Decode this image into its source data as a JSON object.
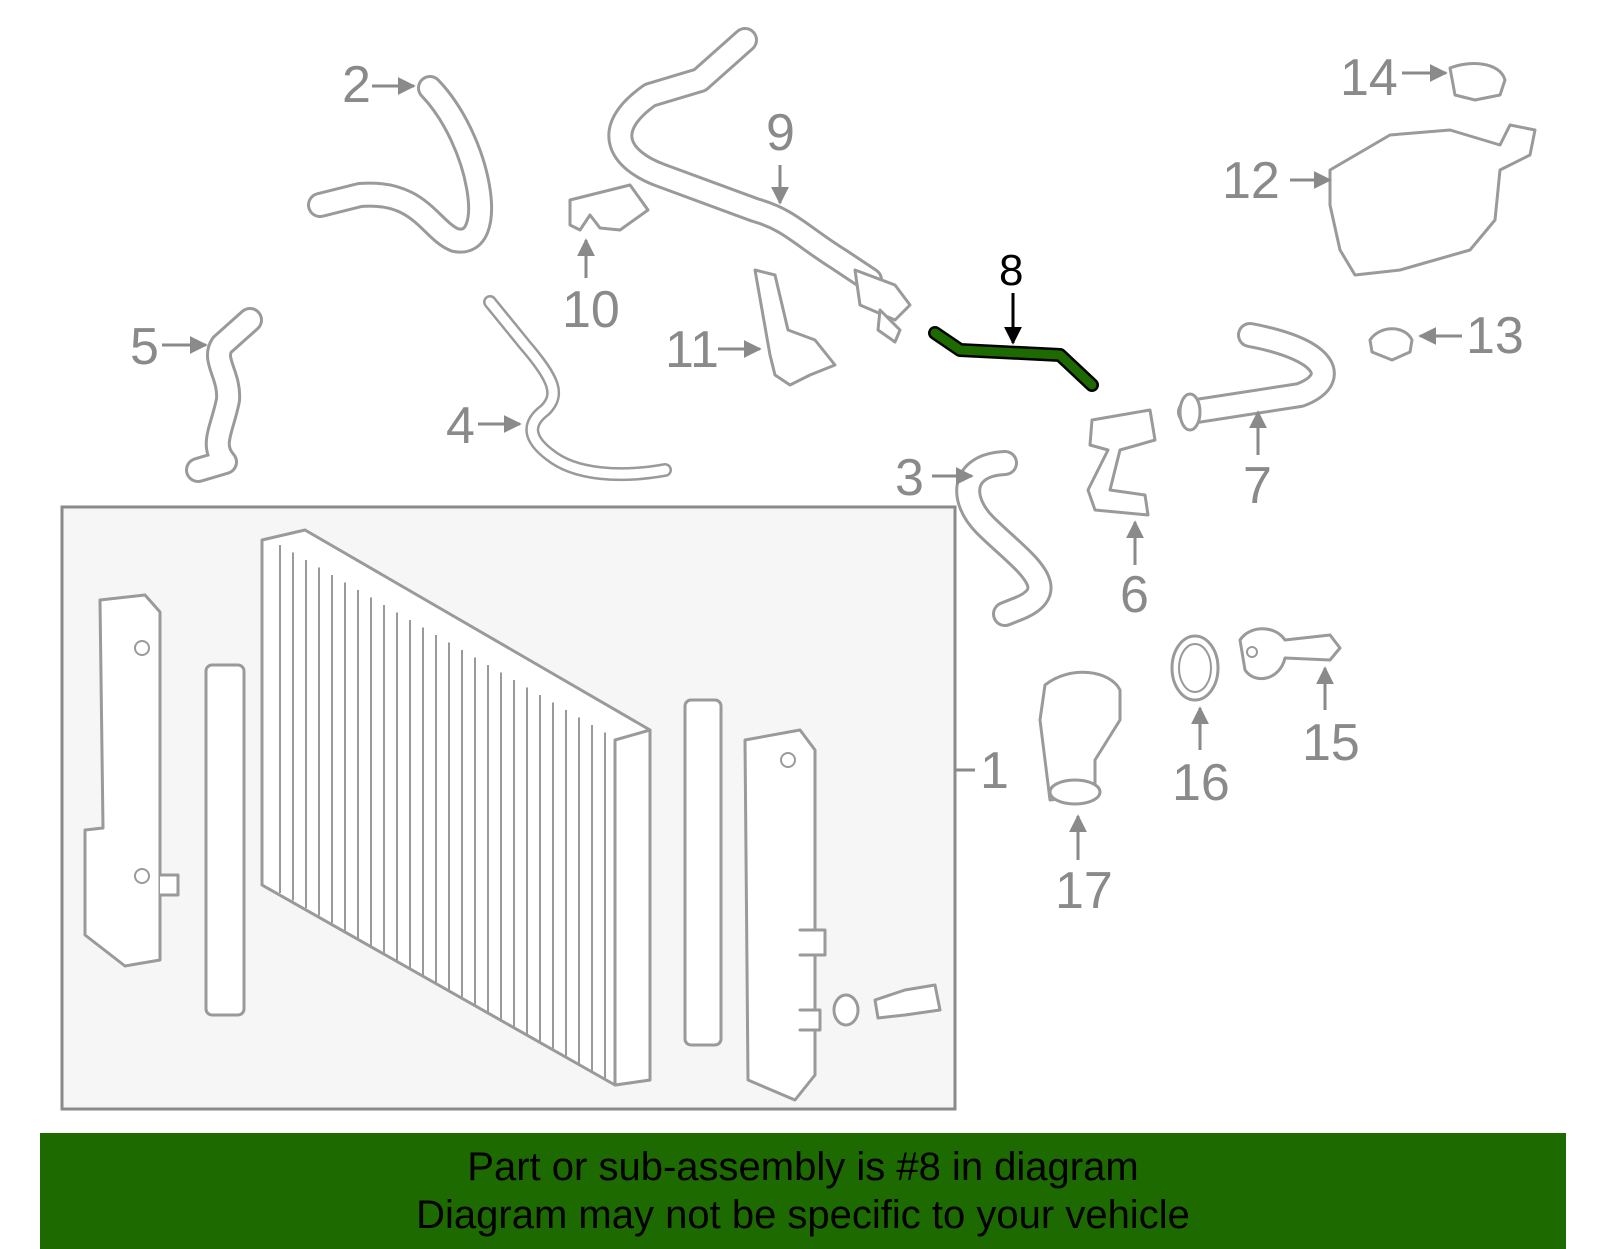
{
  "diagram": {
    "highlight_color": "#1d6a00",
    "callouts": {
      "c1": "1",
      "c2": "2",
      "c3": "3",
      "c4": "4",
      "c5": "5",
      "c6": "6",
      "c7": "7",
      "c8": "8",
      "c9": "9",
      "c10": "10",
      "c11": "11",
      "c12": "12",
      "c13": "13",
      "c14": "14",
      "c15": "15",
      "c16": "16",
      "c17": "17"
    }
  },
  "banner": {
    "line1": "Part or sub-assembly is #8 in diagram",
    "line2": "Diagram may not be specific to your vehicle",
    "background": "#1d6a00"
  }
}
